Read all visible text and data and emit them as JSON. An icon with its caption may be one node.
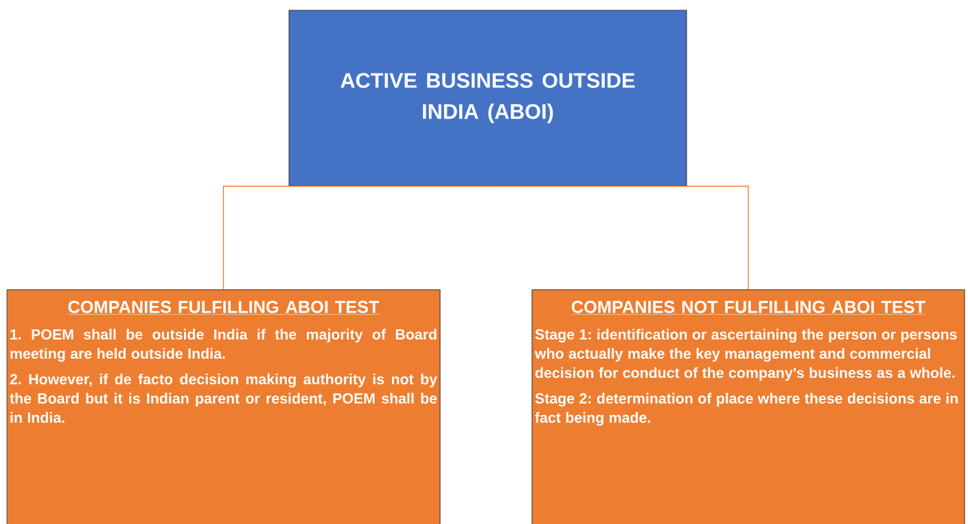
{
  "diagram": {
    "nodes": [
      {
        "text": [
          "ACTIVE BUSINESS OUTSIDE INDIA (ABOI)"
        ]
      },
      {
        "text": [
          "COMPANIES FULFILLING ABOI TEST",
          "1. POEM shall be outside India if the majority of Board meeting are held outside India.",
          "2. However, if de facto decision making authority is not by the Board but it is Indian parent or resident, POEM shall be in India."
        ]
      },
      {
        "text": [
          "COMPANIES NOT FULFILLING ABOI TEST",
          "Stage 1: identification or ascertaining the person or persons who actually make the key management and commercial decision for conduct of the company’s business as a whole.",
          "Stage 2: determination of place where these decisions are in fact being made."
        ]
      }
    ],
    "edges": [
      {
        "from": 0,
        "to": 1,
        "arrow": "none",
        "color": "#ed7d31"
      },
      {
        "from": 0,
        "to": 2,
        "arrow": "none",
        "color": "#ed7d31"
      }
    ]
  }
}
